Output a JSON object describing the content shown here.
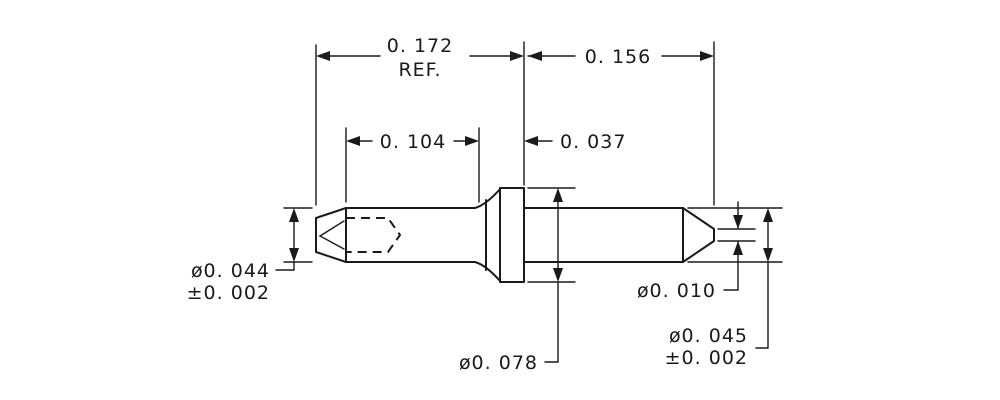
{
  "dimensions": {
    "overall_front": {
      "value": "0. 172",
      "note": "REF."
    },
    "rear_length": "0. 156",
    "tip_length": "0. 104",
    "collar_width": "0. 037",
    "tip_diameter": {
      "value": "ø0. 044",
      "tolerance": "±0. 002"
    },
    "collar_diameter": "ø0. 078",
    "point_diameter": "ø0. 010",
    "shank_diameter": {
      "value": "ø0. 045",
      "tolerance": "±0. 002"
    }
  }
}
